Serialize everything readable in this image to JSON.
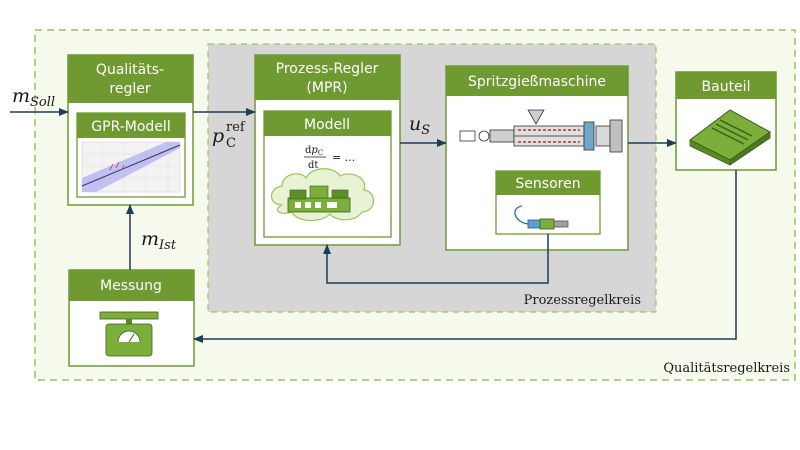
{
  "colors": {
    "green_header": "#6f9a32",
    "green_border": "#6f9a32",
    "dashed_border": "#9cc35a",
    "outer_fill": "#f5faec",
    "gray_area": "#d6d6d6",
    "arrow": "#1f3d55",
    "machine_green": "#7cae3a"
  },
  "inputs": {
    "m_soll": {
      "main": "m",
      "sub": "Soll"
    },
    "m_ist": {
      "main": "m",
      "sub": "Ist"
    },
    "p_ref": {
      "main": "p",
      "sub": "C",
      "sup": "ref"
    },
    "u_s": {
      "main": "u",
      "sub": "S"
    }
  },
  "blocks": {
    "qualitaet": {
      "line1": "Qualitäts-",
      "line2": "regler"
    },
    "gpr": {
      "label": "GPR-Modell"
    },
    "prozess": {
      "line1": "Prozess-Regler",
      "line2": "(MPR)"
    },
    "modell": {
      "label": "Modell"
    },
    "equation": {
      "num_d": "d",
      "num_p": "p",
      "num_sub": "C",
      "den": "dt",
      "rhs": "= ..."
    },
    "spritz": {
      "label": "Spritzgießmaschine"
    },
    "sensoren": {
      "label": "Sensoren"
    },
    "bauteil": {
      "label": "Bauteil"
    },
    "messung": {
      "label": "Messung"
    }
  },
  "loops": {
    "prozess": "Prozessregelkreis",
    "qualitaet": "Qualitätsregelkreis"
  },
  "icons": [
    "gpr-plot-icon",
    "injection-machine-icon",
    "cloud-icon",
    "injection-unit-icon",
    "sensor-icon",
    "part-icon",
    "scale-icon"
  ]
}
